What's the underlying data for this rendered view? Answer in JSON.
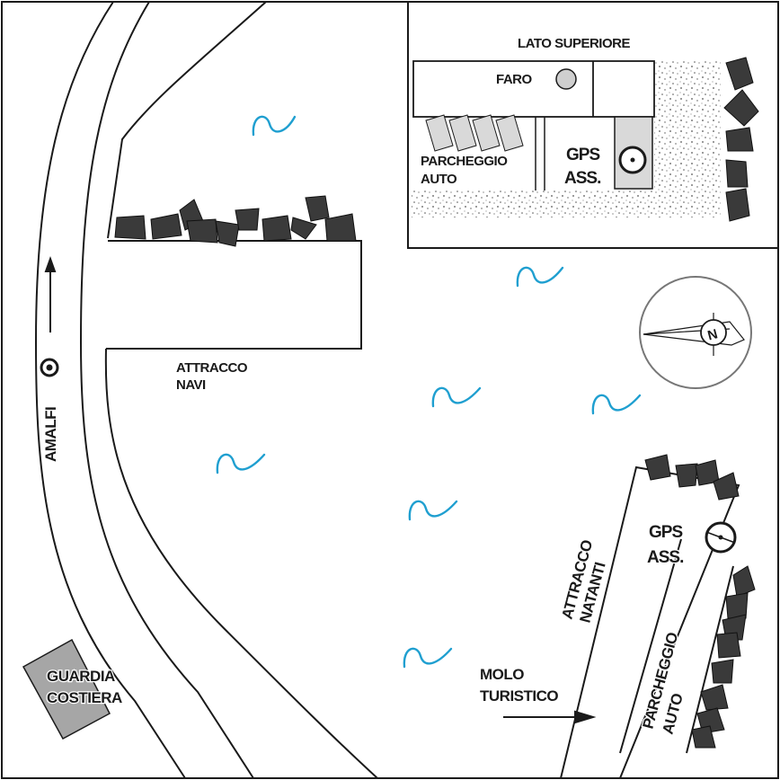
{
  "labels": {
    "inset_title": "LATO SUPERIORE",
    "lighthouse": "FARO",
    "inset_parking_1": "PARCHEGGIO",
    "inset_parking_2": "AUTO",
    "inset_gps_1": "GPS",
    "inset_gps_2": "ASS.",
    "ship_dock_1": "ATTRACCO",
    "ship_dock_2": "NAVI",
    "road_direction": "AMALFI",
    "compass_letter": "N",
    "boat_dock_1": "ATTRACCO",
    "boat_dock_2": "NATANTI",
    "pier_gps_1": "GPS",
    "pier_gps_2": "ASS.",
    "pier_parking_1": "PARCHEGGIO",
    "pier_parking_2": "AUTO",
    "tourist_pier_1": "MOLO",
    "tourist_pier_2": "TURISTICO",
    "coast_guard_1": "GUARDIA",
    "coast_guard_2": "COSTIERA"
  },
  "colors": {
    "water_wave": "#1f9fd0",
    "rock": "#3a3a3a",
    "building": "#a6a6a6",
    "gps_box": "#d9d9d9",
    "lighthouse": "#cfcfcf",
    "ink": "#1a1a1a"
  },
  "icons": [
    "gps-target-icon",
    "compass-icon",
    "direction-arrow-icon",
    "lighthouse-icon",
    "wave-icon",
    "rock-icon"
  ]
}
